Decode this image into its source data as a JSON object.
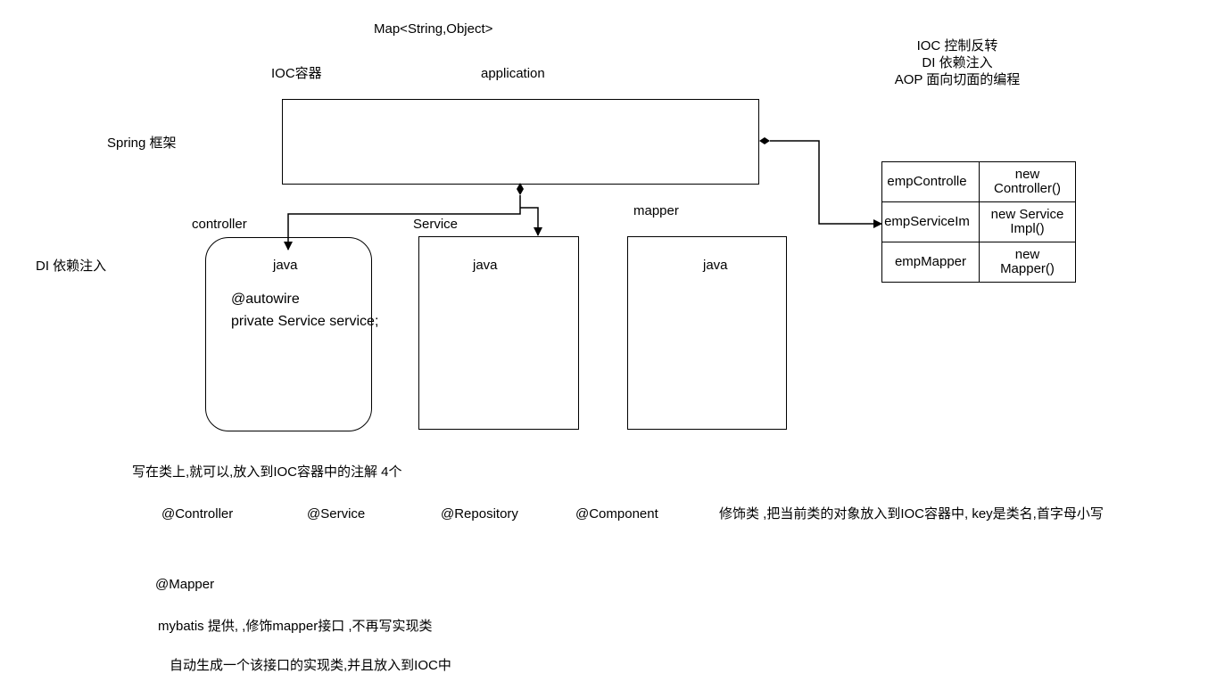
{
  "header": {
    "map_type": "Map<String,Object>",
    "ioc_label": "IOC容器",
    "application_label": "application",
    "spring_label": "Spring 框架"
  },
  "concepts": [
    "IOC  控制反转",
    "DI 依赖注入",
    "AOP 面向切面的编程"
  ],
  "di_label": "DI 依赖注入",
  "layers": {
    "controller": {
      "title": "controller",
      "lang": "java",
      "code": [
        "@autowire",
        "private Service service;"
      ]
    },
    "service": {
      "title": "Service",
      "lang": "java"
    },
    "mapper": {
      "title": "mapper",
      "lang": "java"
    }
  },
  "container_table": [
    {
      "key": "empControlle",
      "value": [
        "new",
        "Controller()"
      ]
    },
    {
      "key": "empServiceIm",
      "value": [
        "new Service",
        "Impl()"
      ]
    },
    {
      "key": "empMapper",
      "value": [
        "new",
        "Mapper()"
      ]
    }
  ],
  "notes": {
    "annotations_intro": "写在类上,就可以,放入到IOC容器中的注解 4个",
    "annotations": [
      "@Controller",
      "@Service",
      "@Repository",
      "@Component"
    ],
    "annotations_desc": "修饰类 ,把当前类的对象放入到IOC容器中, key是类名,首字母小写",
    "mapper_annotation": "@Mapper",
    "mapper_desc_1": "mybatis 提供, ,修饰mapper接口 ,不再写实现类",
    "mapper_desc_2": "自动生成一个该接口的实现类,并且放入到IOC中"
  }
}
